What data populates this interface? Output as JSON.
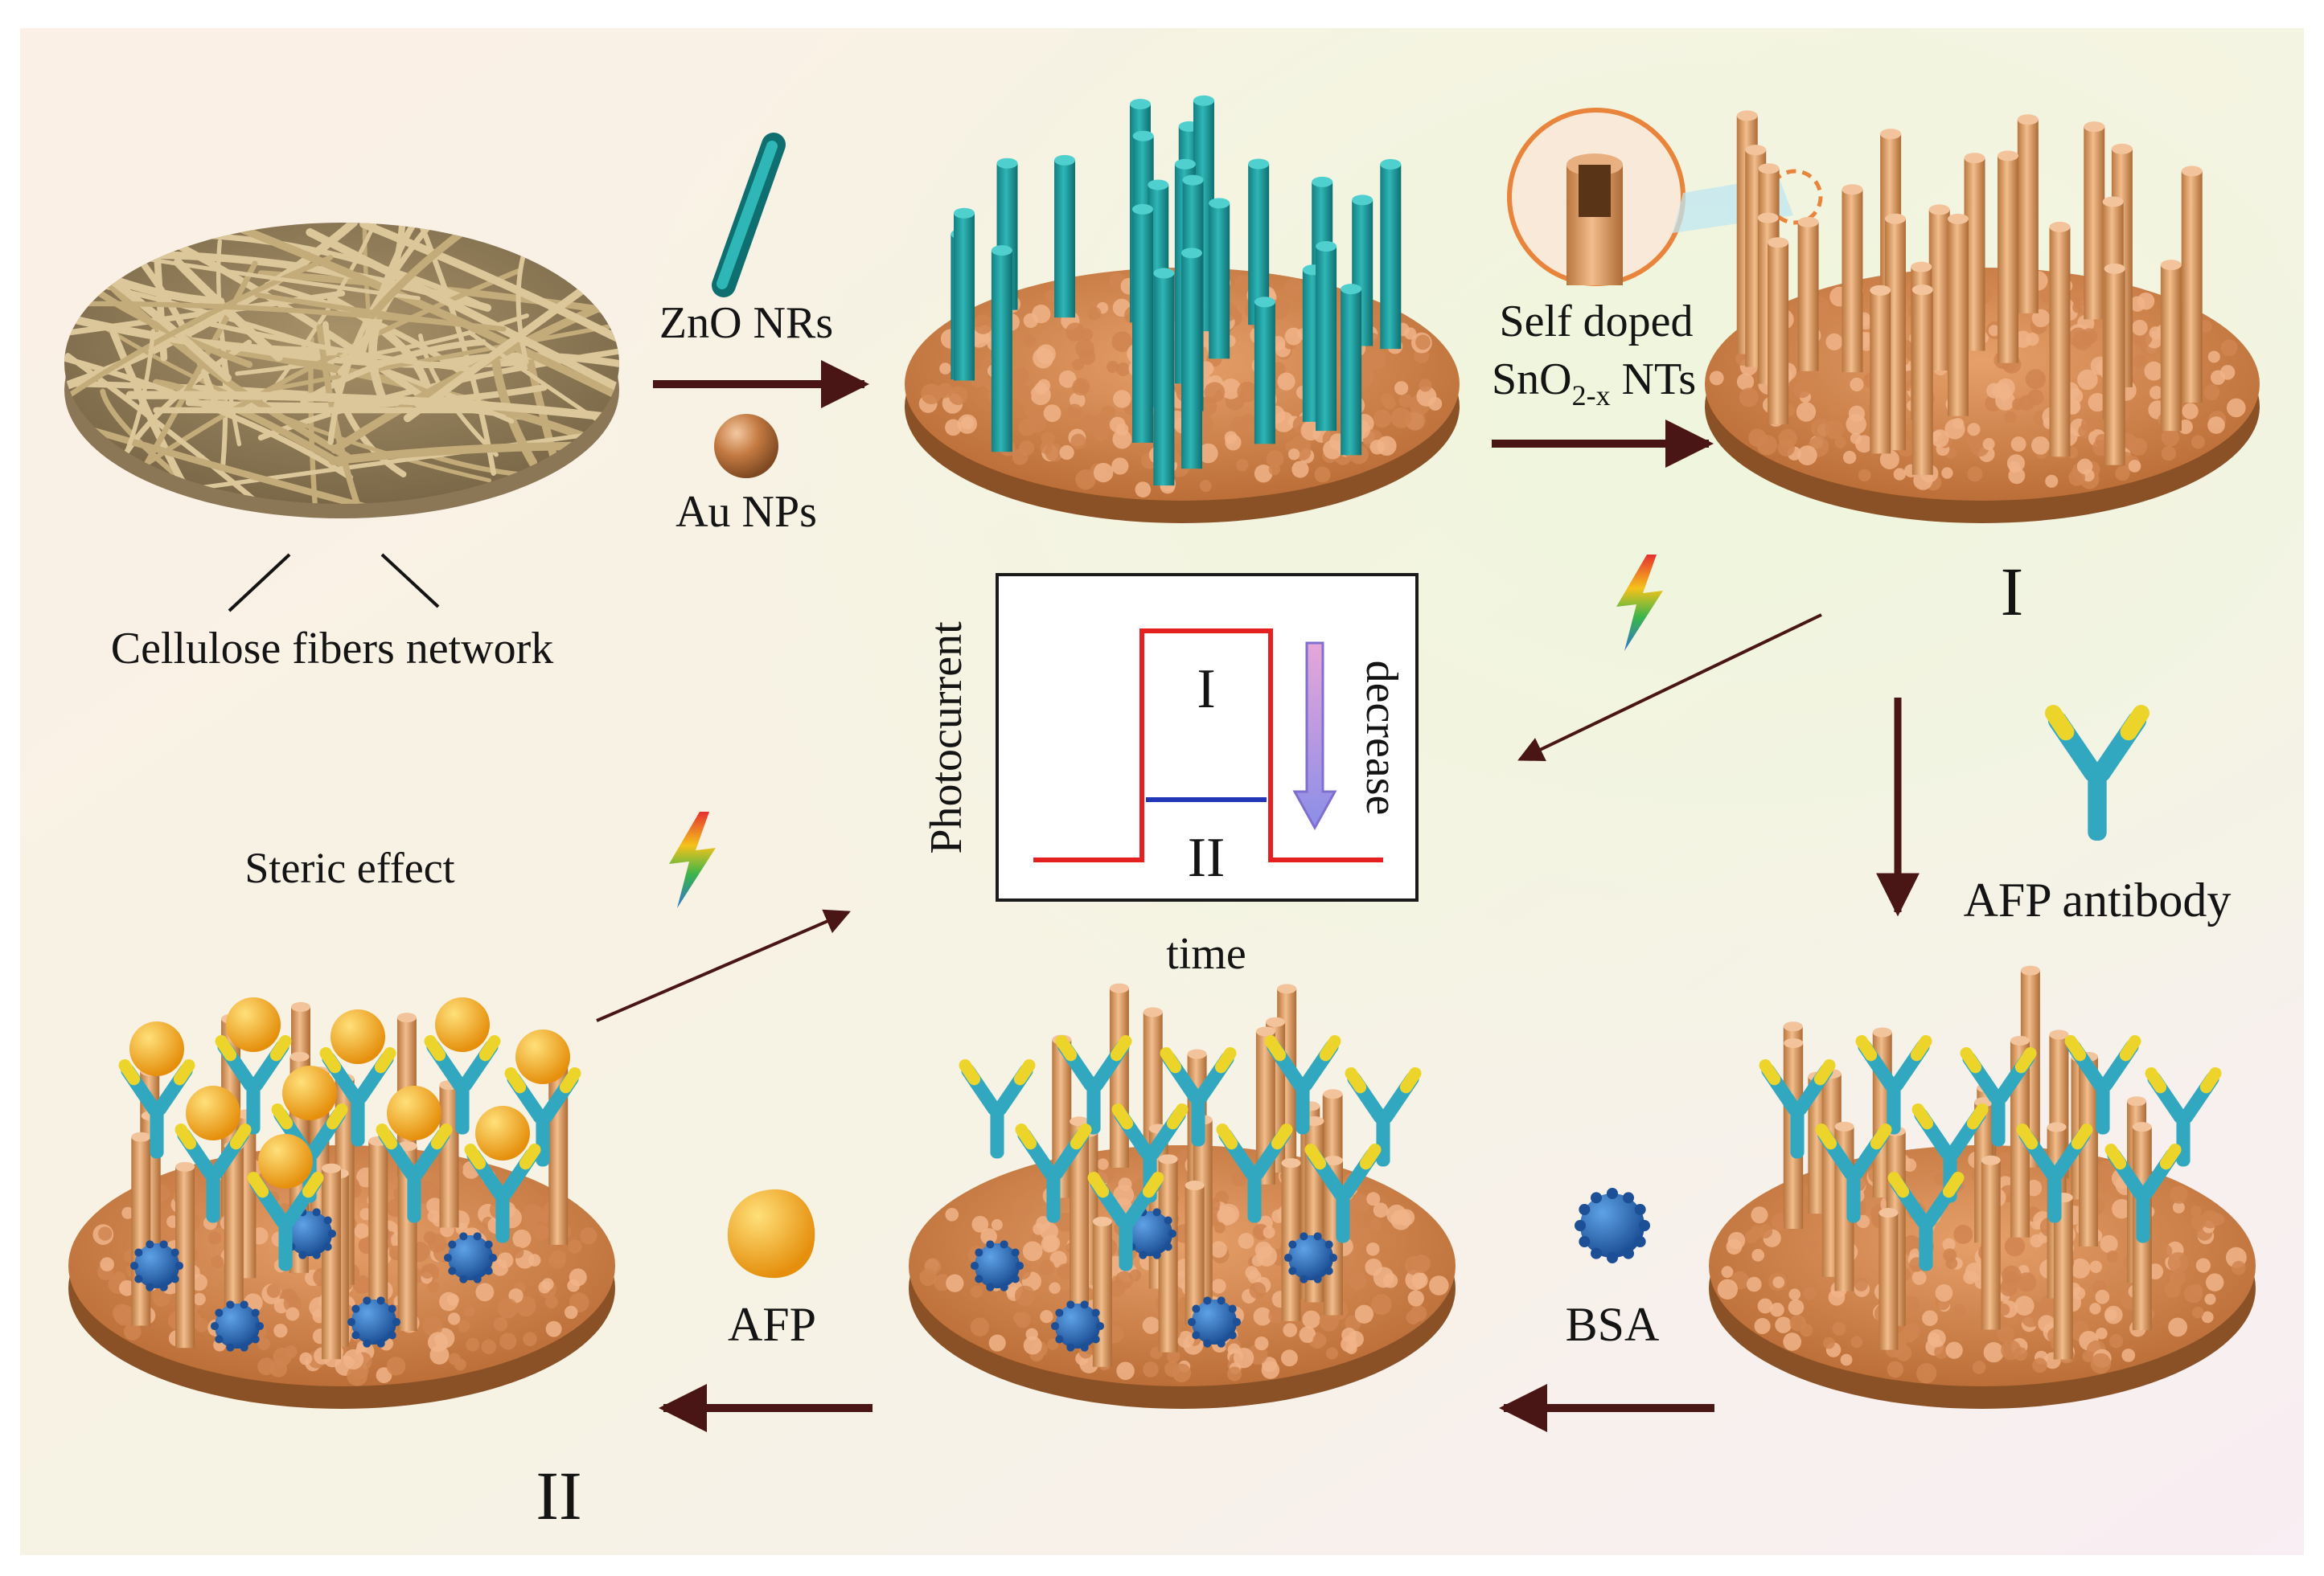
{
  "labels": {
    "zno": "ZnO NRs",
    "au": "Au NPs",
    "cellulose": "Cellulose fibers network",
    "self_doped": "Self doped",
    "sno2_main": "SnO",
    "sno2_sub": "2-x",
    "sno2_tail": " NTs",
    "state_one": "I",
    "state_two": "II",
    "afp_antibody": "AFP antibody",
    "bsa": "BSA",
    "afp": "AFP",
    "steric": "Steric effect"
  },
  "graph": {
    "ylabel": "Photocurrent",
    "xlabel": "time",
    "level_one": "I",
    "level_two": "II",
    "trend": "decrease"
  },
  "colors": {
    "arrow": "#4a1515",
    "nanorod": "#1f9ea1",
    "nanotube": "#dc9a66",
    "gold_particle": "#c2763b",
    "fiber": "#d9c394",
    "antibody_body": "#32a8c0",
    "antibody_tip": "#ecd42a",
    "bsa": "#2c6fb8",
    "afp": "#f5b01e",
    "curve_one": "#e52020",
    "curve_two": "#2236b8"
  }
}
